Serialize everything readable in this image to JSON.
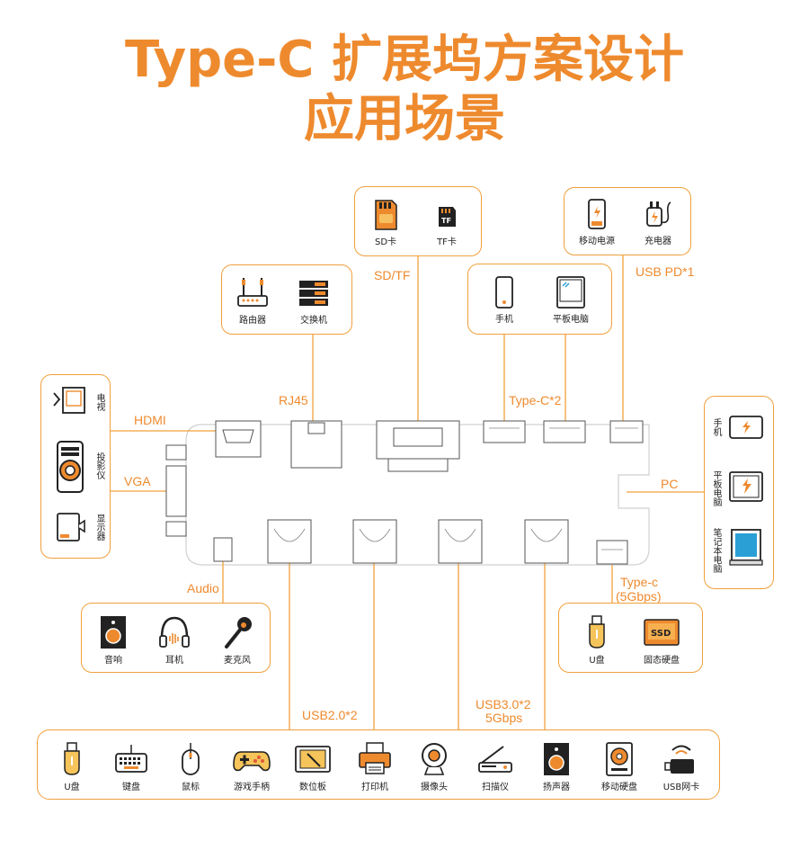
{
  "title": {
    "line1": "Type-C 扩展坞方案设计",
    "line2": "应用场景"
  },
  "colors": {
    "accent": "#ee8a2e",
    "border": "#f0a03c",
    "dark": "#222222"
  },
  "groups": {
    "sd_tf": {
      "label": "SD/TF",
      "items": [
        {
          "label": "SD卡",
          "icon": "sd-card-icon"
        },
        {
          "label": "TF卡",
          "icon": "tf-card-icon"
        }
      ]
    },
    "usb_pd": {
      "label": "USB PD*1",
      "items": [
        {
          "label": "移动电源",
          "icon": "power-bank-icon"
        },
        {
          "label": "充电器",
          "icon": "charger-icon"
        }
      ]
    },
    "rj45": {
      "label": "RJ45",
      "items": [
        {
          "label": "路由器",
          "icon": "router-icon"
        },
        {
          "label": "交换机",
          "icon": "switch-icon"
        }
      ]
    },
    "type_c2": {
      "label": "Type-C*2",
      "items": [
        {
          "label": "手机",
          "icon": "phone-icon"
        },
        {
          "label": "平板电脑",
          "icon": "tablet-icon"
        }
      ]
    },
    "hdmi": {
      "label": "HDMI",
      "items": [
        {
          "label": "电视",
          "icon": "tv-icon"
        },
        {
          "label": "投影仪",
          "icon": "projector-icon"
        }
      ]
    },
    "vga": {
      "label": "VGA",
      "items": [
        {
          "label": "显示器",
          "icon": "monitor-icon"
        }
      ]
    },
    "pc": {
      "label": "PC",
      "items": [
        {
          "label": "手机",
          "icon": "phone-icon"
        },
        {
          "label": "平板电脑",
          "icon": "tablet-icon"
        },
        {
          "label": "笔记本电脑",
          "icon": "laptop-icon"
        }
      ]
    },
    "audio": {
      "label": "Audio",
      "items": [
        {
          "label": "音响",
          "icon": "speaker-icon"
        },
        {
          "label": "耳机",
          "icon": "headphones-icon"
        },
        {
          "label": "麦克风",
          "icon": "microphone-icon"
        }
      ]
    },
    "type_c_5g": {
      "label_line1": "Type-c",
      "label_line2": "(5Gbps)",
      "items": [
        {
          "label": "U盘",
          "icon": "usb-drive-icon"
        },
        {
          "label": "固态硬盘",
          "icon": "ssd-icon"
        }
      ]
    },
    "usb2": {
      "label": "USB2.0*2"
    },
    "usb3": {
      "label_line1": "USB3.0*2",
      "label_line2": "5Gbps"
    },
    "usb_devices": [
      {
        "label": "U盘",
        "icon": "usb-drive-icon"
      },
      {
        "label": "键盘",
        "icon": "keyboard-icon"
      },
      {
        "label": "鼠标",
        "icon": "mouse-icon"
      },
      {
        "label": "游戏手柄",
        "icon": "gamepad-icon"
      },
      {
        "label": "数位板",
        "icon": "drawing-tablet-icon"
      },
      {
        "label": "打印机",
        "icon": "printer-icon"
      },
      {
        "label": "摄像头",
        "icon": "webcam-icon"
      },
      {
        "label": "扫描仪",
        "icon": "scanner-icon"
      },
      {
        "label": "扬声器",
        "icon": "speaker-icon"
      },
      {
        "label": "移动硬盘",
        "icon": "hard-drive-icon"
      },
      {
        "label": "USB网卡",
        "icon": "usb-wifi-icon"
      }
    ]
  }
}
